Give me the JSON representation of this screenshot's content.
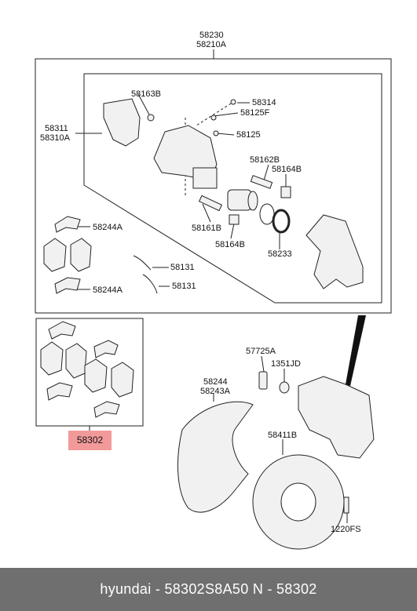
{
  "labels": {
    "assembly_main": "58230",
    "assembly_alt": "58210A",
    "caliper_main": "58311",
    "caliper_alt": "58310A",
    "bracket": "58163B",
    "bolt_58314": "58314",
    "cap_58125f": "58125F",
    "part_58125": "58125",
    "guide_pin": "58162B",
    "boot_upper": "58164B",
    "pin_58161b": "58161B",
    "boot_lower": "58164B",
    "seal_kit": "58233",
    "clip_upper": "58244A",
    "clip_lower": "58244A",
    "spring_upper": "58131",
    "spring_lower": "58131",
    "pad_kit": "58302",
    "bolt_57725a": "57725A",
    "washer": "1351JD",
    "shield_main": "58244",
    "shield_alt": "58243A",
    "disc": "58411B",
    "screw": "1220FS"
  },
  "footer": {
    "text": "hyundai - 58302S8A50    N - 58302"
  },
  "colors": {
    "highlight": "#f29a9a",
    "footer_bg": "#6f6f6f",
    "line": "#222222",
    "part_fill": "#f1f1f1"
  }
}
